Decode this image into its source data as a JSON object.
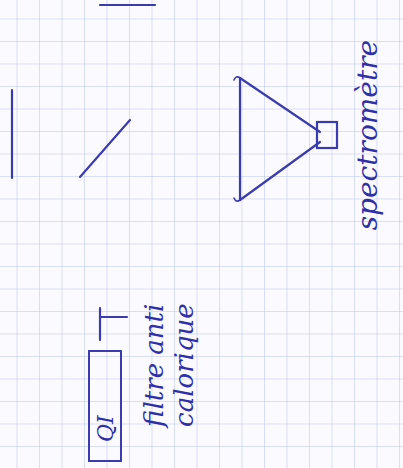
{
  "diagram": {
    "nodes": [
      {
        "text": [
          "QI"
        ]
      }
    ],
    "labels": [
      "filtre anti calorique",
      "spectromètre"
    ]
  }
}
